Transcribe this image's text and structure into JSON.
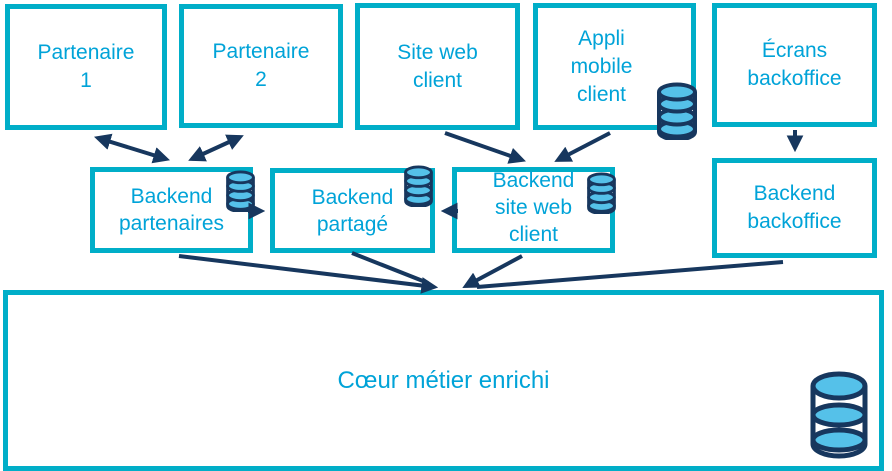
{
  "diagram_title": "",
  "colors": {
    "box_border_cyan": "#00AEC8",
    "label_cyan": "#00A3D8",
    "arrow_navy": "#17375E",
    "database_fill_blue": "#55C1E9",
    "background": "#FFFFFF"
  },
  "boxes": {
    "partenaire1": {
      "label": "Partenaire\n1",
      "has_database_icon": false
    },
    "partenaire2": {
      "label": "Partenaire\n2",
      "has_database_icon": false
    },
    "site_web_client": {
      "label": "Site web\nclient",
      "has_database_icon": false
    },
    "appli_mobile_client": {
      "label": "Appli\nmobile\nclient",
      "has_database_icon": true
    },
    "ecrans_backoffice": {
      "label": "Écrans\nbackoffice",
      "has_database_icon": false
    },
    "backend_partenaires": {
      "label": "Backend\npartenaires",
      "has_database_icon": true
    },
    "backend_partage": {
      "label": "Backend\npartagé",
      "has_database_icon": true
    },
    "backend_site_web_client": {
      "label": "Backend\nsite web\nclient",
      "has_database_icon": true
    },
    "backend_backoffice": {
      "label": "Backend\nbackoffice",
      "has_database_icon": false
    },
    "coeur_metier": {
      "label": "Cœur métier enrichi",
      "has_database_icon": true
    }
  },
  "connections": [
    {
      "from": "partenaire1",
      "to": "backend_partenaires",
      "direction": "bidirectional"
    },
    {
      "from": "partenaire2",
      "to": "backend_partenaires",
      "direction": "bidirectional"
    },
    {
      "from": "site_web_client",
      "to": "backend_site_web_client",
      "direction": "one-way"
    },
    {
      "from": "appli_mobile_client",
      "to": "backend_site_web_client",
      "direction": "one-way"
    },
    {
      "from": "ecrans_backoffice",
      "to": "backend_backoffice",
      "direction": "one-way"
    },
    {
      "from": "backend_partenaires",
      "to": "backend_partage",
      "direction": "one-way"
    },
    {
      "from": "backend_site_web_client",
      "to": "backend_partage",
      "direction": "one-way"
    },
    {
      "from": "backend_partenaires",
      "to": "coeur_metier",
      "direction": "one-way"
    },
    {
      "from": "backend_partage",
      "to": "coeur_metier",
      "direction": "one-way"
    },
    {
      "from": "backend_site_web_client",
      "to": "coeur_metier",
      "direction": "one-way"
    },
    {
      "from": "backend_backoffice",
      "to": "coeur_metier",
      "direction": "one-way"
    }
  ]
}
